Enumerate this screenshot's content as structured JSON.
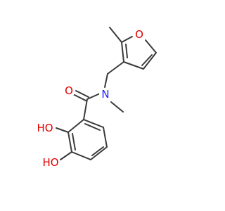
{
  "colors": {
    "bond": "#3a3a3a",
    "carbon": "#3a3a3a",
    "oxygen": "#e00000",
    "nitrogen": "#2020ff"
  },
  "atoms": {
    "carbonyl_oxygen": "O",
    "amide_nitrogen": "N",
    "furan_oxygen": "O",
    "hydroxyl_upper": "HO",
    "hydroxyl_lower": "HO"
  }
}
